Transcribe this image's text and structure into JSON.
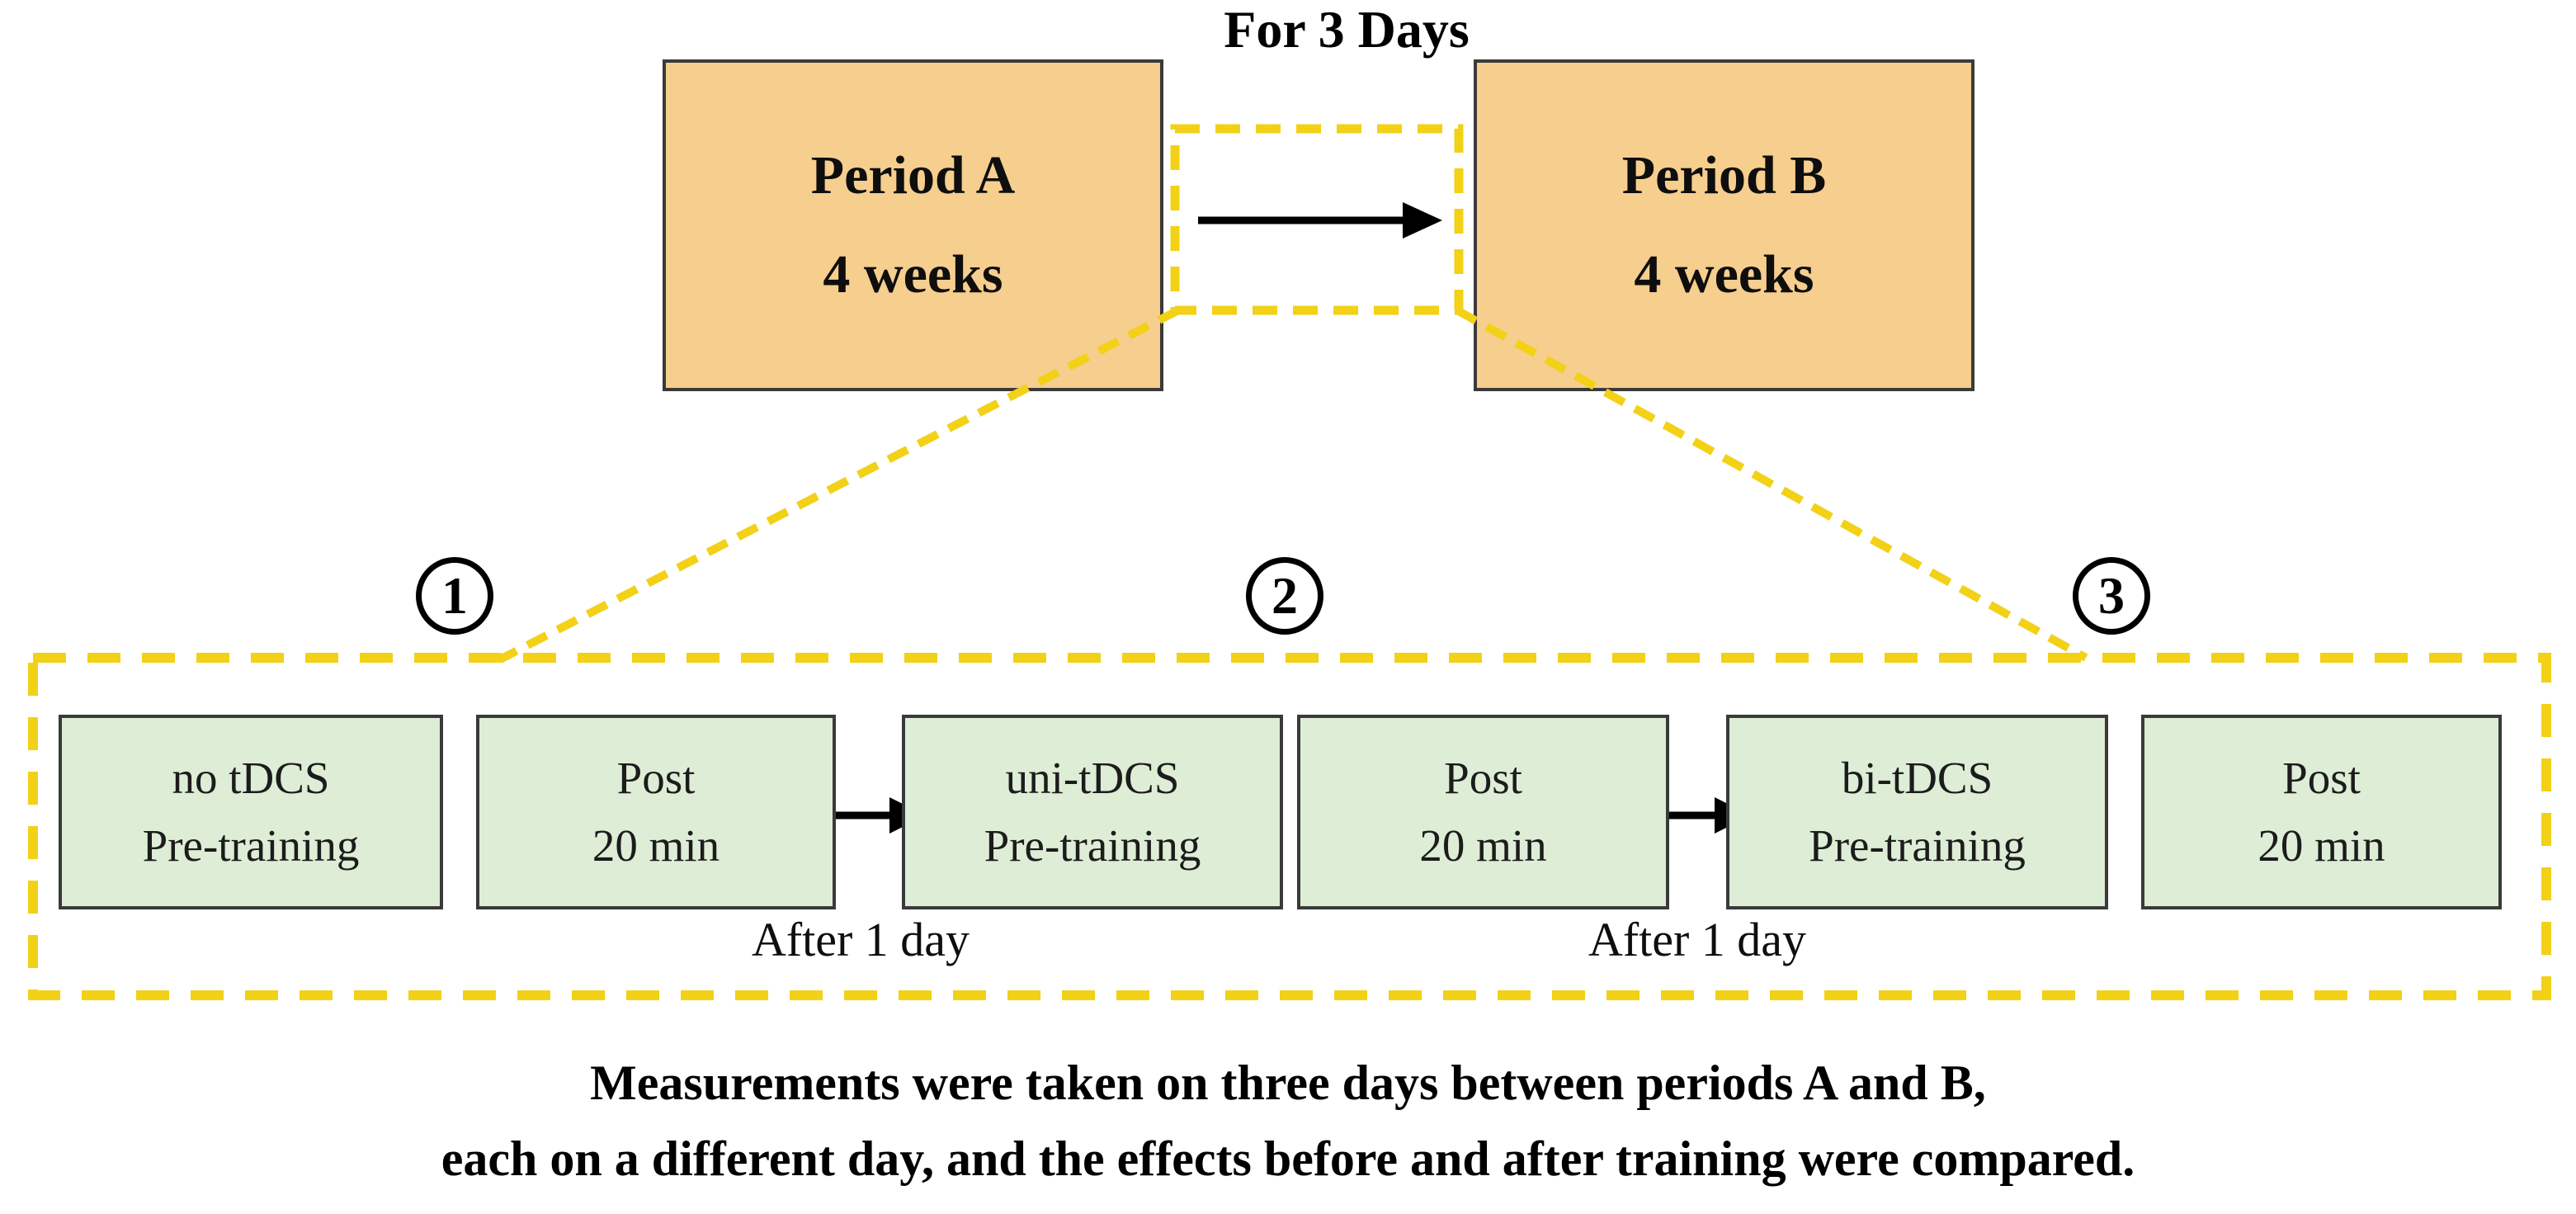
{
  "figure": {
    "transition_label": "For 3 Days",
    "periods": [
      {
        "name": "Period A",
        "duration": "4 weeks"
      },
      {
        "name": "Period B",
        "duration": "4 weeks"
      }
    ],
    "day_markers": [
      "1",
      "2",
      "3"
    ],
    "sessions": [
      {
        "line1": "no tDCS",
        "line2": "Pre-training"
      },
      {
        "line1": "Post",
        "line2": "20 min"
      },
      {
        "line1": "uni-tDCS",
        "line2": "Pre-training"
      },
      {
        "line1": "Post",
        "line2": "20 min"
      },
      {
        "line1": "bi-tDCS",
        "line2": "Pre-training"
      },
      {
        "line1": "Post",
        "line2": "20 min"
      }
    ],
    "interval_labels": [
      "After 1 day",
      "After 1 day"
    ],
    "caption_line1": "Measurements were taken on three days between periods A and B,",
    "caption_line2": "each on a different day, and the effects before and after training were compared."
  },
  "colors": {
    "period_fill": "#F6CE8E",
    "session_fill": "#DEEDD6",
    "dash_yellow": "#F2D117",
    "border_dark": "#3A3A3A",
    "arrow_black": "#000000"
  }
}
